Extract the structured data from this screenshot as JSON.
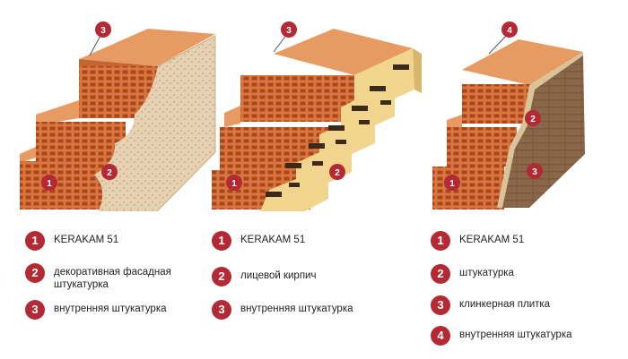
{
  "colors": {
    "brick": "#d9773e",
    "brick_dark": "#b4552a",
    "brick_side": "#c66534",
    "plaster": "#e6d2b2",
    "facing_brick": "#f1d58e",
    "clinker": "#7a5a3e",
    "badge": "#b32a35"
  },
  "columns": [
    {
      "name": "wall-plaster",
      "markers": [
        "1",
        "2",
        "3"
      ],
      "legend": [
        {
          "num": "1",
          "text": "KERAKAM 51"
        },
        {
          "num": "2",
          "text": "декоративная фасадная штукатурка"
        },
        {
          "num": "3",
          "text": "внутренняя штукатурка"
        }
      ]
    },
    {
      "name": "wall-facing-brick",
      "markers": [
        "1",
        "2",
        "3"
      ],
      "legend": [
        {
          "num": "1",
          "text": "KERAKAM 51"
        },
        {
          "num": "2",
          "text": "лицевой кирпич"
        },
        {
          "num": "3",
          "text": "внутренняя штукатурка"
        }
      ]
    },
    {
      "name": "wall-clinker",
      "markers": [
        "1",
        "2",
        "3",
        "4"
      ],
      "legend": [
        {
          "num": "1",
          "text": "KERAKAM 51"
        },
        {
          "num": "2",
          "text": "штукатурка"
        },
        {
          "num": "3",
          "text": "клинкерная плитка"
        },
        {
          "num": "4",
          "text": "внутренняя штукатурка"
        }
      ]
    }
  ]
}
